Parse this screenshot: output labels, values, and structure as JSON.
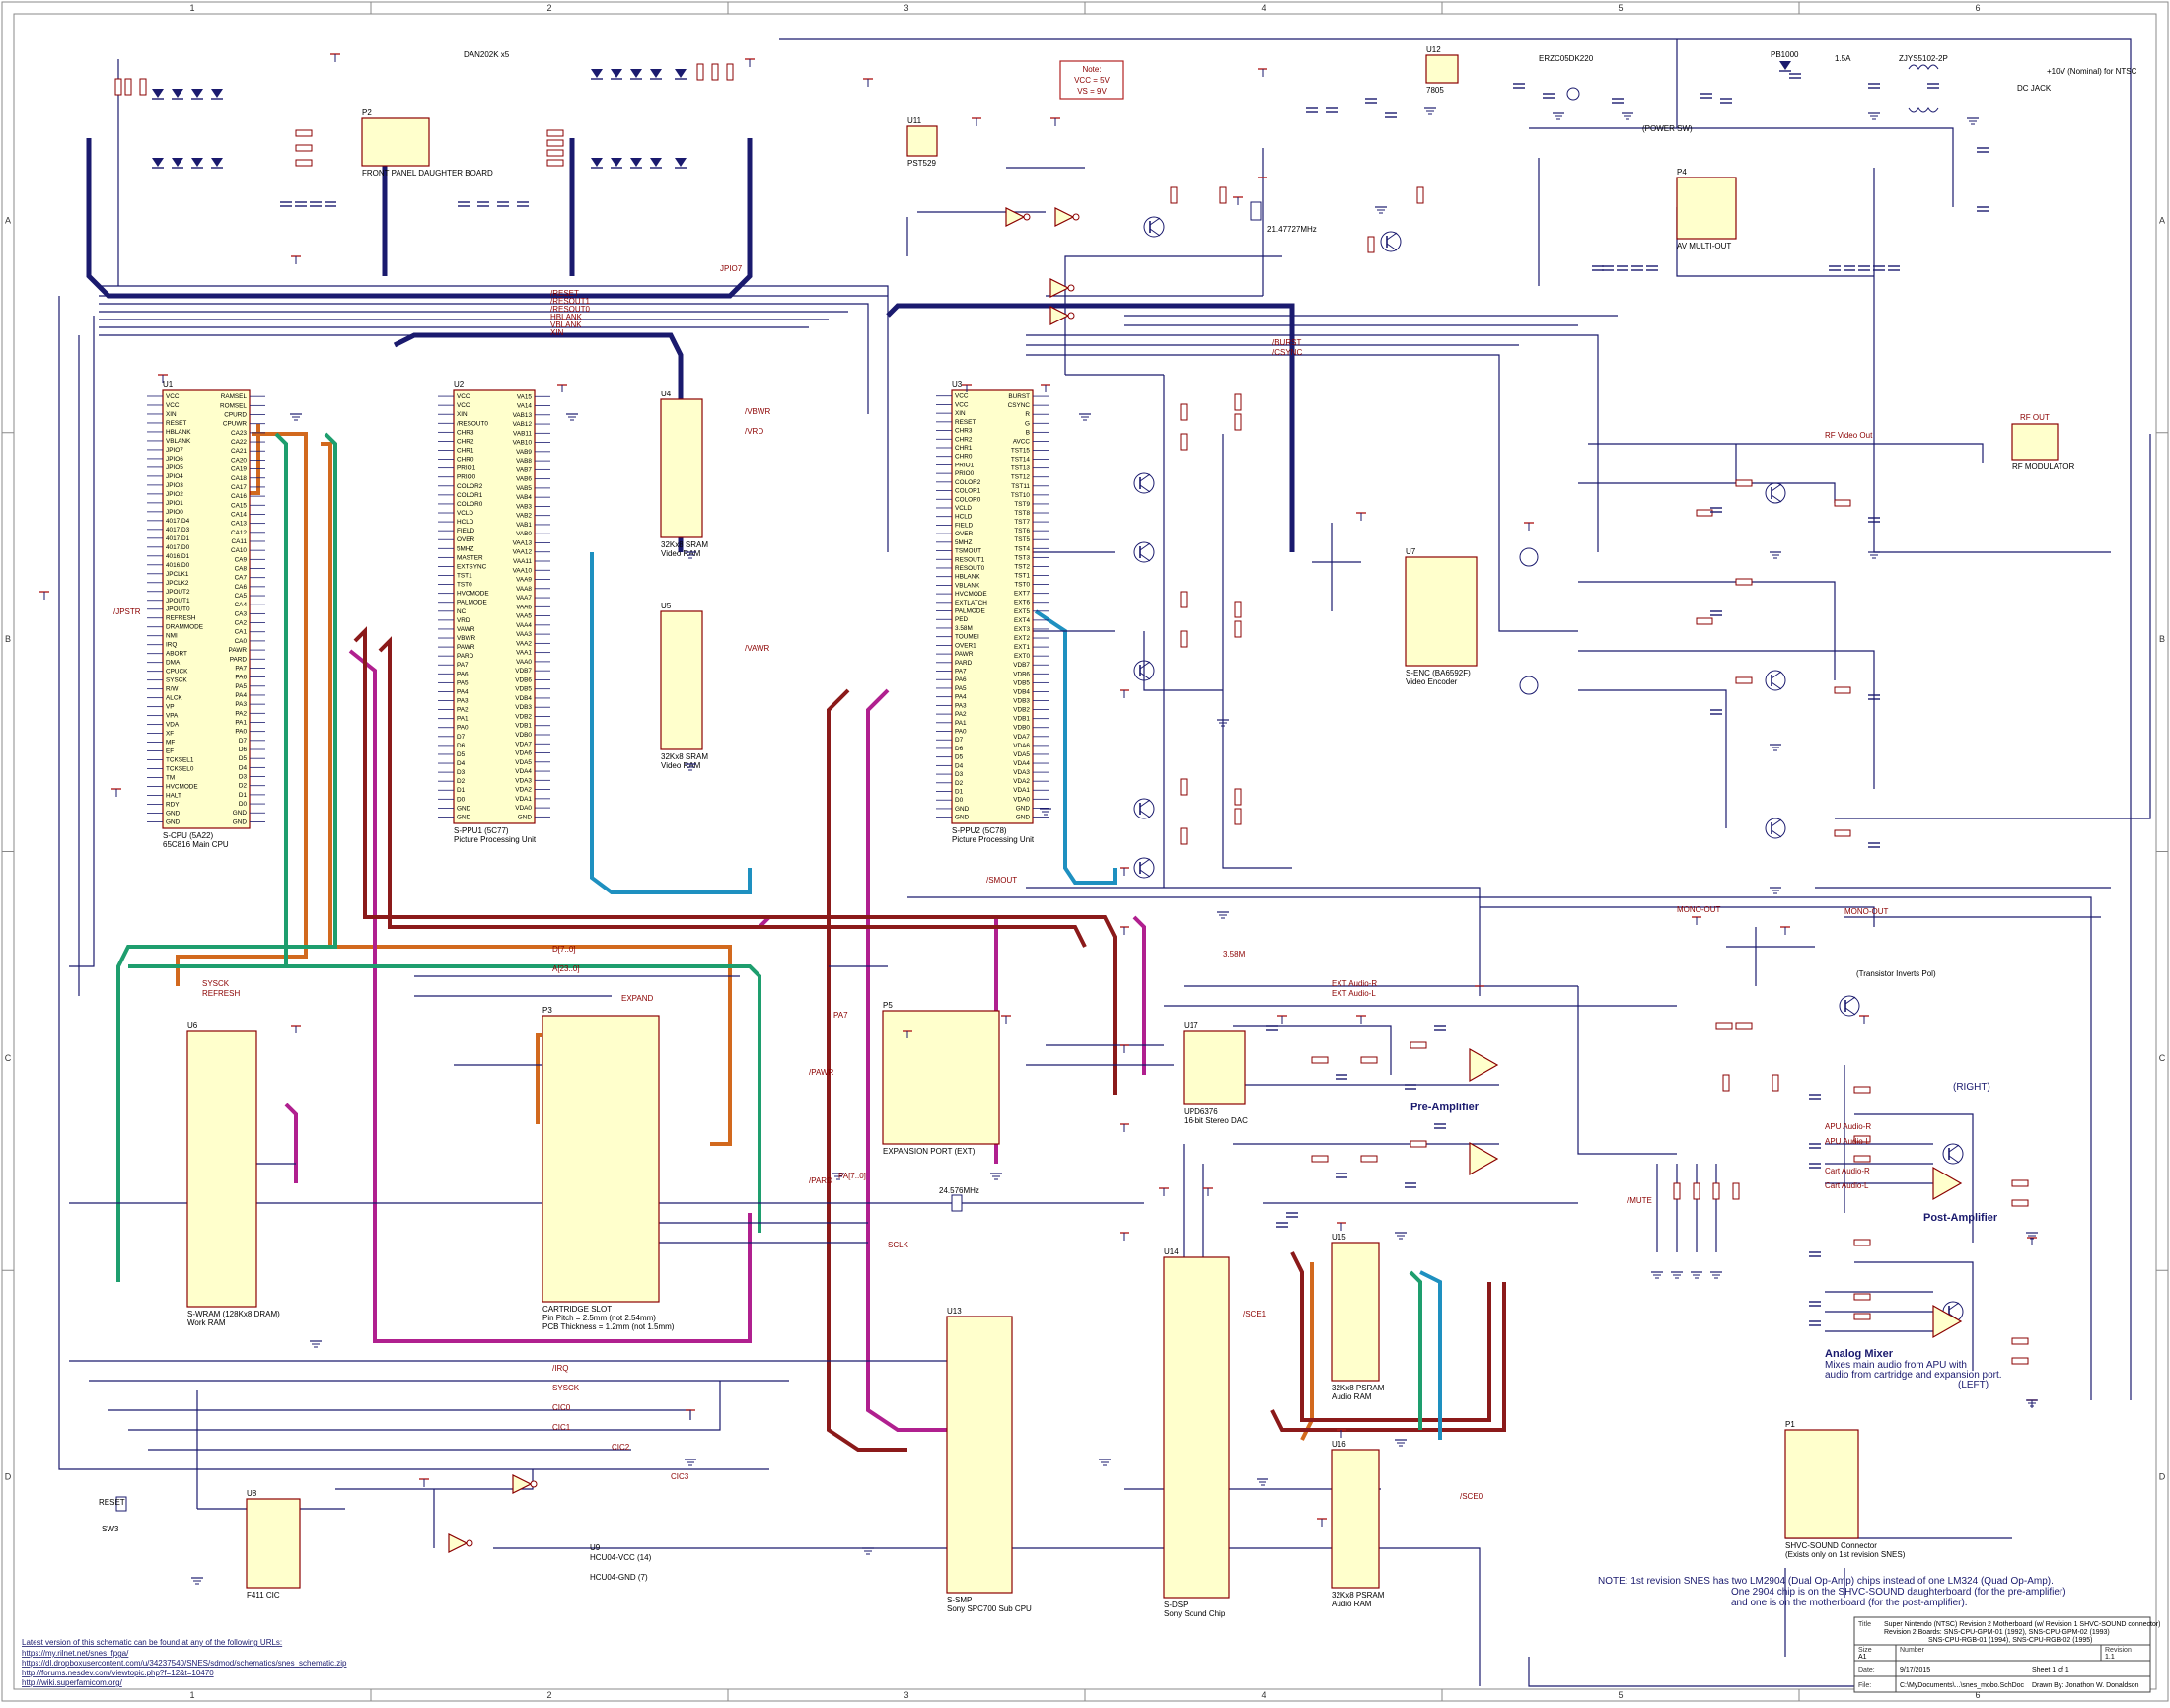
{
  "border": {
    "cols": [
      "1",
      "2",
      "3",
      "4",
      "5",
      "6"
    ],
    "rows": [
      "A",
      "B",
      "C",
      "D"
    ]
  },
  "note": {
    "line1": "Note:",
    "line2": "VCC = 5V",
    "line3": "VS = 9V"
  },
  "chips": {
    "u1": {
      "ref": "U1",
      "title": "S-CPU (5A22)",
      "sub": "65C816 Main CPU",
      "pins_left": [
        "VCC",
        "VCC",
        "XIN",
        "RESET",
        "HBLANK",
        "VBLANK",
        "JPIO7",
        "JPIO6",
        "JPIO5",
        "JPIO4",
        "JPIO3",
        "JPIO2",
        "JPIO1",
        "JPIO0",
        "4017.D4",
        "4017.D3",
        "4017.D1",
        "4017.D0",
        "4016.D1",
        "4016.D0",
        "JPCLK1",
        "JPCLK2",
        "JPOUT2",
        "JPOUT1",
        "JPOUT0",
        "REFRESH",
        "DRAMMODE",
        "NMI",
        "IRQ",
        "ABORT",
        "DMA",
        "CPUCK",
        "SYSCK",
        "R/W",
        "ALCK",
        "VP",
        "VPA",
        "VDA",
        "XF",
        "MF",
        "EF",
        "TCKSEL1",
        "TCKSEL0",
        "TM",
        "HVCMODE",
        "HALT",
        "RDY",
        "GND",
        "GND"
      ],
      "pins_right": [
        "RAMSEL",
        "ROMSEL",
        "CPURD",
        "CPUWR",
        "CA23",
        "CA22",
        "CA21",
        "CA20",
        "CA19",
        "CA18",
        "CA17",
        "CA16",
        "CA15",
        "CA14",
        "CA13",
        "CA12",
        "CA11",
        "CA10",
        "CA9",
        "CA8",
        "CA7",
        "CA6",
        "CA5",
        "CA4",
        "CA3",
        "CA2",
        "CA1",
        "CA0",
        "PAWR",
        "PARD",
        "PA7",
        "PA6",
        "PA5",
        "PA4",
        "PA3",
        "PA2",
        "PA1",
        "PA0",
        "D7",
        "D6",
        "D5",
        "D4",
        "D3",
        "D2",
        "D1",
        "D0",
        "GND",
        "GND"
      ]
    },
    "u2": {
      "ref": "U2",
      "title": "S-PPU1 (5C77)",
      "sub": "Picture Processing Unit",
      "pins_left": [
        "VCC",
        "VCC",
        "XIN",
        "/RESOUT0",
        "CHR3",
        "CHR2",
        "CHR1",
        "CHR0",
        "PRIO1",
        "PRIO0",
        "COLOR2",
        "COLOR1",
        "COLOR0",
        "VCLD",
        "HCLD",
        "FIELD",
        "OVER",
        "5MHZ",
        "MASTER",
        "EXTSYNC",
        "TST1",
        "TST0",
        "HVCMODE",
        "PALMODE",
        "NC",
        "VRD",
        "VAWR",
        "VBWR",
        "PAWR",
        "PARD",
        "PA7",
        "PA6",
        "PA5",
        "PA4",
        "PA3",
        "PA2",
        "PA1",
        "PA0",
        "D7",
        "D6",
        "D5",
        "D4",
        "D3",
        "D2",
        "D1",
        "D0",
        "GND",
        "GND"
      ],
      "pins_right": [
        "VA15",
        "VA14",
        "VAB13",
        "VAB12",
        "VAB11",
        "VAB10",
        "VAB9",
        "VAB8",
        "VAB7",
        "VAB6",
        "VAB5",
        "VAB4",
        "VAB3",
        "VAB2",
        "VAB1",
        "VAB0",
        "VAA13",
        "VAA12",
        "VAA11",
        "VAA10",
        "VAA9",
        "VAA8",
        "VAA7",
        "VAA6",
        "VAA5",
        "VAA4",
        "VAA3",
        "VAA2",
        "VAA1",
        "VAA0",
        "VDB7",
        "VDB6",
        "VDB5",
        "VDB4",
        "VDB3",
        "VDB2",
        "VDB1",
        "VDB0",
        "VDA7",
        "VDA6",
        "VDA5",
        "VDA4",
        "VDA3",
        "VDA2",
        "VDA1",
        "VDA0",
        "GND"
      ]
    },
    "u3": {
      "ref": "U3",
      "title": "S-PPU2 (5C78)",
      "sub": "Picture Processing Unit",
      "pins_left": [
        "VCC",
        "VCC",
        "XIN",
        "RESET",
        "CHR3",
        "CHR2",
        "CHR1",
        "CHR0",
        "PRIO1",
        "PRIO0",
        "COLOR2",
        "COLOR1",
        "COLOR0",
        "VCLD",
        "HCLD",
        "FIELD",
        "OVER",
        "5MHZ",
        "TSMOUT",
        "RESOUT1",
        "RESOUT0",
        "HBLANK",
        "VBLANK",
        "HVCMODE",
        "EXTLATCH",
        "PALMODE",
        "PED",
        "3.58M",
        "TOUMEI",
        "OVER1",
        "PAWR",
        "PARD",
        "PA7",
        "PA6",
        "PA5",
        "PA4",
        "PA3",
        "PA2",
        "PA1",
        "PA0",
        "D7",
        "D6",
        "D5",
        "D4",
        "D3",
        "D2",
        "D1",
        "D0",
        "GND",
        "GND"
      ],
      "pins_right": [
        "BURST",
        "CSYNC",
        "R",
        "G",
        "B",
        "AVCC",
        "TST15",
        "TST14",
        "TST13",
        "TST12",
        "TST11",
        "TST10",
        "TST9",
        "TST8",
        "TST7",
        "TST6",
        "TST5",
        "TST4",
        "TST3",
        "TST2",
        "TST1",
        "TST0",
        "EXT7",
        "EXT6",
        "EXT5",
        "EXT4",
        "EXT3",
        "EXT2",
        "EXT1",
        "EXT0",
        "VDB7",
        "VDB6",
        "VDB5",
        "VDB4",
        "VDB3",
        "VDB2",
        "VDB1",
        "VDB0",
        "VDA7",
        "VDA6",
        "VDA5",
        "VDA4",
        "VDA3",
        "VDA2",
        "VDA1",
        "VDA0",
        "GND",
        "GND"
      ]
    },
    "u4": {
      "ref": "U4",
      "title": "32Kx8 SRAM",
      "sub": "Video RAM"
    },
    "u5": {
      "ref": "U5",
      "title": "32Kx8 SRAM",
      "sub": "Video RAM"
    },
    "u6": {
      "ref": "U6",
      "title": "S-WRAM (128Kx8 DRAM)",
      "sub": "Work RAM"
    },
    "u7": {
      "ref": "U7",
      "title": "S-ENC (BA6592F)",
      "sub": "Video Encoder"
    },
    "u8": {
      "ref": "U8",
      "title": "F411 CIC",
      "sub": ""
    },
    "u12": {
      "ref": "U12",
      "title": "7805",
      "sub": ""
    },
    "u13": {
      "ref": "U13",
      "title": "S-SMP",
      "sub": "Sony SPC700 Sub CPU"
    },
    "u14": {
      "ref": "U14",
      "title": "S-DSP",
      "sub": "Sony Sound Chip"
    },
    "u15": {
      "ref": "U15",
      "title": "32Kx8 PSRAM",
      "sub": "Audio RAM"
    },
    "u16": {
      "ref": "U16",
      "title": "32Kx8 PSRAM",
      "sub": "Audio RAM"
    },
    "u17": {
      "ref": "U17",
      "title": "UPD6376",
      "sub": "16-bit Stereo DAC"
    },
    "u11": {
      "ref": "U11",
      "title": "PST529",
      "sub": ""
    },
    "p2": {
      "ref": "P2",
      "title": "FRONT PANEL DAUGHTER BOARD",
      "sub": ""
    },
    "p3": {
      "ref": "P3",
      "title": "CARTRIDGE SLOT",
      "sub": "Pin Pitch = 2.5mm (not 2.54mm)",
      "sub2": "PCB Thickness = 1.2mm (not 1.5mm)"
    },
    "p4": {
      "ref": "P4",
      "title": "AV MULTI-OUT",
      "sub": ""
    },
    "p5": {
      "ref": "P5",
      "title": "EXPANSION PORT (EXT)",
      "sub": ""
    },
    "p1": {
      "ref": "P1",
      "title": "SHVC-SOUND Connector",
      "sub": "(Exists only on 1st revision SNES)"
    },
    "rfm": {
      "ref": "",
      "title": "RF MODULATOR",
      "sub": ""
    }
  },
  "labels": {
    "dan": "DAN202K x5",
    "xtal1": "21.47727MHz",
    "xtal2": "24.576MHz",
    "preamp": "Pre-Amplifier",
    "postamp": "Post-Amplifier",
    "analog_mixer": "Analog Mixer",
    "analog_mixer_sub1": "Mixes main audio from APU with",
    "analog_mixer_sub2": "audio from cartridge and expansion port.",
    "right": "(RIGHT)",
    "left": "(LEFT)",
    "power_sw": "(POWER SW)",
    "dc_jack": "DC JACK",
    "ntsc_in": "+10V (Nominal) for NTSC",
    "transistor_note": "(Transistor Inverts Pol)",
    "rf_out": "RF OUT",
    "rf_video_out": "RF Video Out",
    "mono_out": "MONO-OUT",
    "fuse": "1.5A",
    "diode": "PB1000",
    "tx": "ZJYS5102-2P",
    "erzc": "ERZC05DK220",
    "reset_sw": "RESET",
    "sw3": "SW3",
    "u9": "U9",
    "u9_vcc": "HCU04-VCC (14)",
    "u9_gnd": "HCU04-GND (7)"
  },
  "footnote": {
    "line1": "NOTE: 1st revision SNES has two LM2904 (Dual Op-Amp) chips instead of one LM324 (Quad Op-Amp).",
    "line2": "One 2904 chip is on the SHVC-SOUND daughterboard (for the pre-amplifier)",
    "line3": "and one is on the motherboard (for the post-amplifier)."
  },
  "urls": {
    "head": "Latest version of this schematic can be found at any of the following URLs:",
    "u1": "https://my.rilnet.net/snes_fpga/",
    "u2": "https://dl.dropboxusercontent.com/u/34237540/SNES/sdmod/schematics/snes_schematic.zip",
    "u3": "http://forums.nesdev.com/viewtopic.php?f=12&t=10470",
    "u4": "http://wiki.superfamicom.org/"
  },
  "title_block": {
    "title_label": "Title",
    "title_line1": "Super Nintendo (NTSC) Revision 2 Motherboard (w/ Revision 1 SHVC-SOUND connector)",
    "title_line2": "Revision 2 Boards: SNS-CPU-GPM-01 (1992), SNS-CPU-GPM-02 (1993)",
    "title_line3": "SNS-CPU-RGB-01 (1994), SNS-CPU-RGB-02 (1995)",
    "size_label": "Size",
    "size": "A1",
    "number_label": "Number",
    "revision_label": "Revision",
    "revision": "1.1",
    "date_label": "Date:",
    "date": "9/17/2015",
    "sheet": "Sheet 1 of 1",
    "file_label": "File:",
    "file": "C:\\MyDocuments\\...\\snes_mobo.SchDoc",
    "drawn": "Drawn By: Jonathon W. Donaldson"
  },
  "nets": [
    "/RESET",
    "/RESOUT1",
    "/RESOUT0",
    "HBLANK",
    "VBLANK",
    "XIN",
    "SYSCK",
    "REFRESH",
    "/BURST",
    "/CSYNC",
    "EXPAND",
    "/PAWR",
    "/PARD",
    "PA7",
    "/SMOUT",
    "3.58M",
    "MONO-OUT",
    "EXT Audio-R",
    "EXT Audio-L",
    "APU Audio-R",
    "APU Audio-L",
    "Cart Audio-R",
    "Cart Audio-L",
    "/MUTE",
    "SCLK",
    "SYSCK",
    "/IRQ",
    "CIC0",
    "CIC1",
    "CIC2",
    "CIC3",
    "A[23..0]",
    "D[7..0]",
    "PA[7..0]",
    "/VBWR",
    "/VRD",
    "/VAWR",
    "/SCE1",
    "/SCE0",
    "JPIO7",
    "/JPSTR"
  ],
  "colors": {
    "wire": "#1a1a6e",
    "part": "#8b0000",
    "fill": "#ffffcc",
    "bus_orange": "#d2691e",
    "bus_magenta": "#b0208f",
    "bus_red": "#8b1a1a",
    "bus_green": "#1e9e6e",
    "bus_cyan": "#1e90c0"
  }
}
